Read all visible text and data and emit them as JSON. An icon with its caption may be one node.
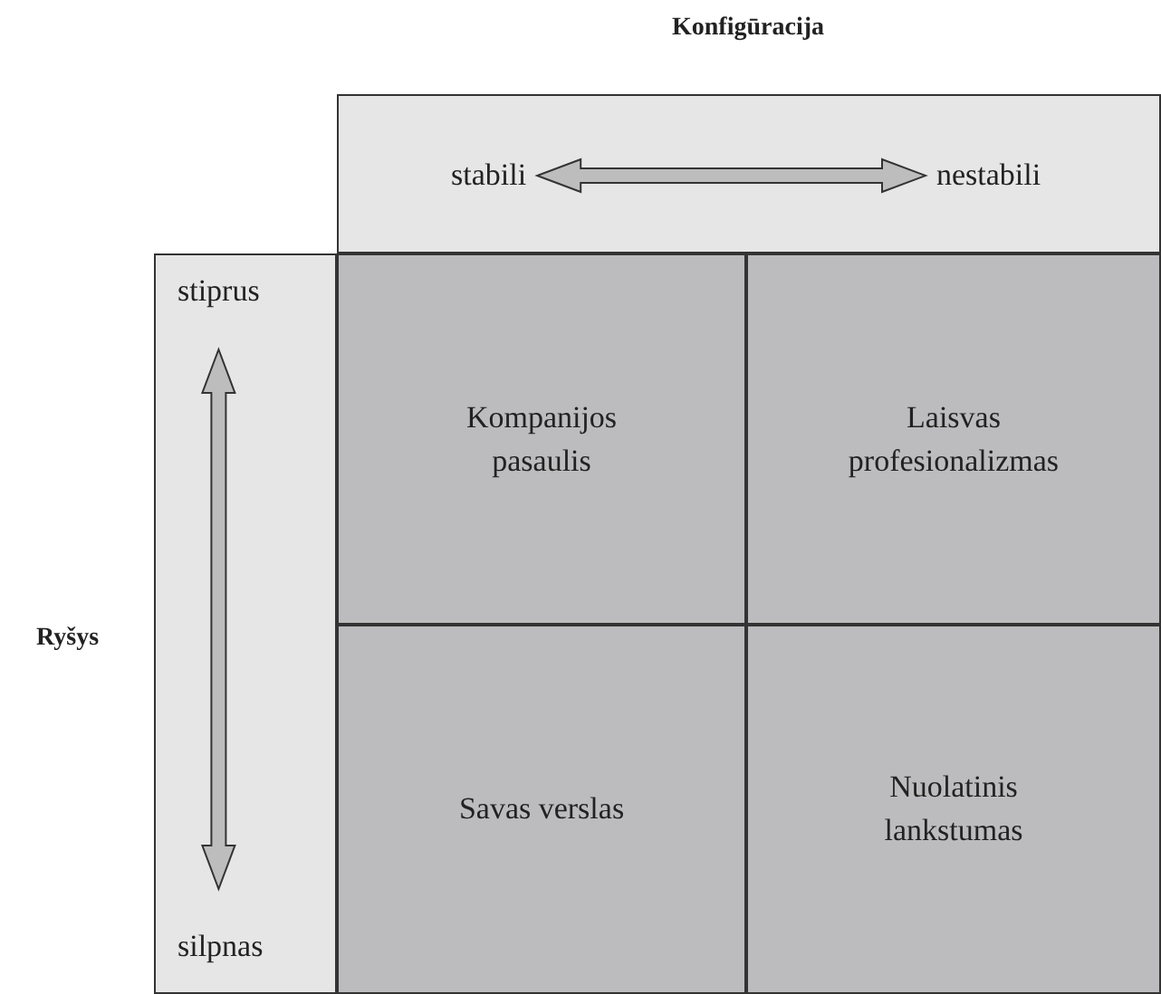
{
  "diagram": {
    "nodes": [
      {
        "text": [],
        "shape": "box"
      },
      {
        "text": [
          "stabili"
        ],
        "in": 0
      },
      {
        "text": [
          "nestabili"
        ],
        "in": 0
      },
      {
        "text": [],
        "shape": "box"
      },
      {
        "text": [
          "stiprus"
        ],
        "in": 3
      },
      {
        "text": [
          "silpnas"
        ],
        "in": 3
      },
      {
        "text": [
          "Kompanijos pasaulis"
        ]
      },
      {
        "text": [
          "Laisvas profesionalizmas"
        ]
      },
      {
        "text": [
          "Savas verslas"
        ]
      },
      {
        "text": [
          "Nuolatinis lankstumas"
        ]
      }
    ],
    "edges": [
      {
        "from": 1,
        "to": 2,
        "arrow": "both"
      },
      {
        "from": 4,
        "to": 5,
        "arrow": "both"
      }
    ],
    "labels": [
      "Konfigūracija",
      "Ryšys"
    ]
  }
}
